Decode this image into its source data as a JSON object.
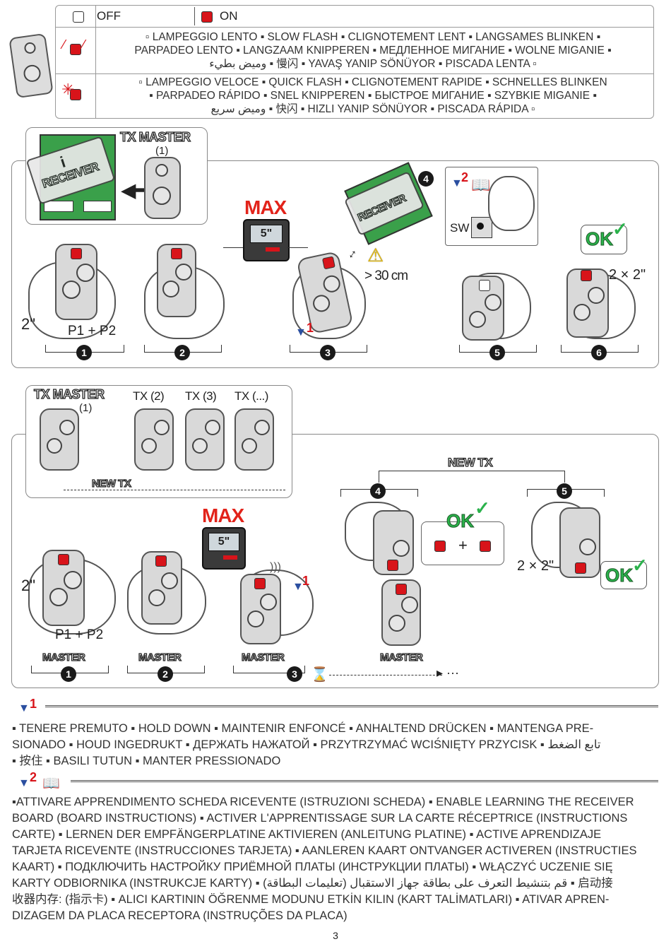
{
  "legend": {
    "off_label": "OFF",
    "on_label": "ON",
    "slow_line1": "▫ LAMPEGGIO LENTO ▪ SLOW FLASH ▪ CLIGNOTEMENT LENT ▪ LANGSAMES BLINKEN ▪",
    "slow_line2": "PARPADEO LENTO ▪ LANGZAAM KNIPPEREN ▪ МЕДЛЕННОЕ МИГАНИЕ ▪ WOLNE MIGANIE ▪",
    "slow_line3": "وميض بطيء ▪ 慢闪 ▪ YAVAŞ YANIP SÖNÜYOR ▪ PISCADA LENTA ▫",
    "quick_line1": "▫ LAMPEGGIO VELOCE ▪ QUICK FLASH ▪ CLIGNOTEMENT RAPIDE ▪ SCHNELLES BLINKEN",
    "quick_line2": "▪ PARPADEO RÁPIDO ▪ SNEL KNIPPEREN ▪ БЫСТРОЕ МИГАНИЕ ▪ SZYBKIE MIGANIE ▪",
    "quick_line3": "وميض سريع ▪ 快闪 ▪ HIZLI YANIP SÖNÜYOR ▪ PISCADA RÁPIDA ▫"
  },
  "section1": {
    "tx_master": "TX MASTER",
    "tx_master_num": "(1)",
    "receiver": "RECEIVER",
    "max": "MAX",
    "timer": "5\"",
    "distance": "> 30 cm",
    "sw": "SW",
    "ok": "OK",
    "two_sec": "2\"",
    "p1p2": "P1 + P2",
    "repeat": "2 × 2\"",
    "pin1": "1",
    "pin2": "2",
    "steps": [
      "1",
      "2",
      "3",
      "4",
      "5",
      "6"
    ]
  },
  "section2": {
    "tx_master": "TX MASTER",
    "tx_master_num": "(1)",
    "tx2": "TX (2)",
    "tx3": "TX (3)",
    "txn": "TX (...)",
    "new_tx": "NEW TX",
    "max": "MAX",
    "timer": "5\"",
    "two_sec": "2\"",
    "p1p2": "P1 + P2",
    "master": "MASTER",
    "repeat": "2 × 2\"",
    "ok": "OK",
    "plus": "+",
    "dots": "▸ ···",
    "pin1": "1",
    "steps": [
      "1",
      "2",
      "3",
      "4",
      "5"
    ]
  },
  "notes": {
    "pin1": "1",
    "pin2": "2",
    "hold_line1": "▪ TENERE PREMUTO ▪ HOLD DOWN ▪ MAINTENIR ENFONCÉ ▪ ANHALTEND DRÜCKEN ▪ MANTENGA PRE-",
    "hold_line2": "SIONADO ▪ HOUD INGEDRUKT ▪ ДЕРЖАТЬ НАЖАТОЙ ▪ PRZYTRZYMAĆ WCIŚNIĘTY PRZYCISK ▪ تابع الضغط",
    "hold_line3": "▪ 按住 ▪ BASILI TUTUN ▪ MANTER PRESSIONADO",
    "learn_line1": "▪ATTIVARE APPRENDIMENTO SCHEDA RICEVENTE (ISTRUZIONI SCHEDA) ▪ ENABLE LEARNING THE RECEIVER",
    "learn_line2": "BOARD (BOARD INSTRUCTIONS) ▪ ACTIVER L'APPRENTISSAGE SUR LA CARTE RÉCEPTRICE (INSTRUCTIONS",
    "learn_line3": "CARTE) ▪ LERNEN DER EMPFÄNGERPLATINE AKTIVIEREN (ANLEITUNG PLATINE) ▪ ACTIVE APRENDIZAJE",
    "learn_line4": "TARJETA RICEVENTE (INSTRUCCIONES TARJETA) ▪ AANLEREN KAART ONTVANGER ACTIVEREN (INSTRUCTIES",
    "learn_line5": "KAART) ▪ ПОДКЛЮЧИТЬ НАСТРОЙКУ ПРИЁМНОЙ ПЛАТЫ (ИНСТРУКЦИИ ПЛАТЫ) ▪ WŁĄCZYĆ UCZENIE SIĘ",
    "learn_line6": "KARTY ODBIORNIKA (INSTRUKCJE KARTY) ▪ قم بتنشيط التعرف على بطاقة جهاز الاستقبال (تعليمات البطاقة) ▪ 启动接",
    "learn_line7": "收器内存: (指示卡) ▪ ALICI KARTININ ÖĞRENME MODUNU ETKİN KILIN (KART TALİMATLARI) ▪ ATIVAR APREN-",
    "learn_line8": "DIZAGEM DA PLACA RECEPTORA (INSTRUÇÕES DA PLACA)"
  },
  "page_number": "3",
  "colors": {
    "led_red": "#d8141a",
    "ok_green": "#2bb24c",
    "board_green": "#3aa04a"
  },
  "icons": [
    "pushpin-icon",
    "book-icon",
    "warning-icon",
    "hourglass-icon",
    "checkmark-icon",
    "signal-icon"
  ]
}
